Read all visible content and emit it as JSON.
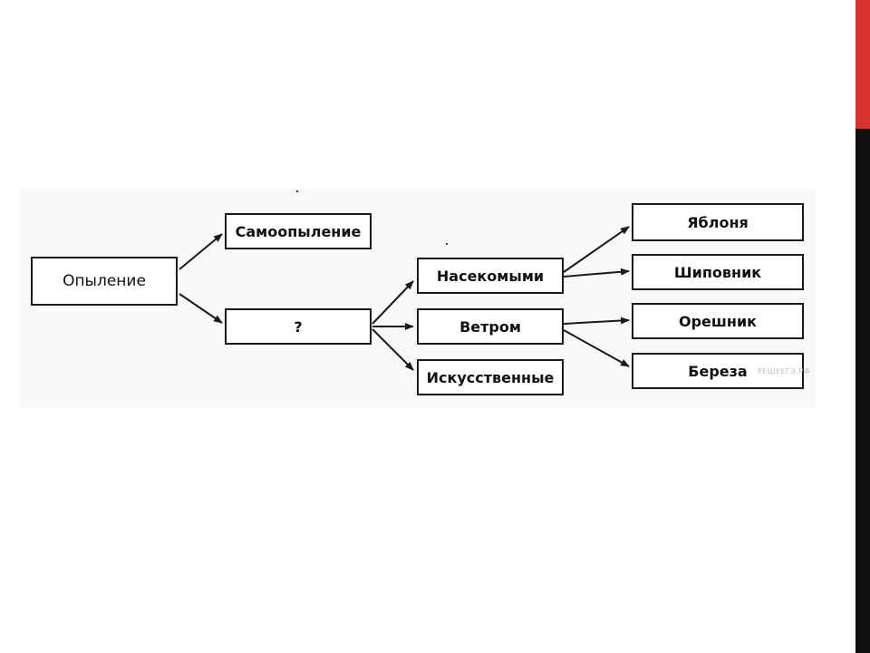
{
  "diagram": {
    "nodes": {
      "root": "Опыление",
      "self": "Самоопыление",
      "cross": "?",
      "insect": "Насекомыми",
      "wind": "Ветром",
      "artificial": "Искусственные",
      "apple": "Яблоня",
      "rosehip": "Шиповник",
      "hazel": "Орешник",
      "birch": "Береза"
    },
    "edges": [
      {
        "from": "root",
        "to": "self"
      },
      {
        "from": "root",
        "to": "cross"
      },
      {
        "from": "cross",
        "to": "insect"
      },
      {
        "from": "cross",
        "to": "wind"
      },
      {
        "from": "cross",
        "to": "artificial"
      },
      {
        "from": "insect",
        "to": "apple"
      },
      {
        "from": "insect",
        "to": "rosehip"
      },
      {
        "from": "wind",
        "to": "hazel"
      },
      {
        "from": "wind",
        "to": "birch"
      }
    ],
    "watermark": "РЕШУЕГЭ.РФ"
  },
  "colors": {
    "accent_red": "#d9312f",
    "edge_black": "#111111",
    "line": "#1a1a1a"
  }
}
